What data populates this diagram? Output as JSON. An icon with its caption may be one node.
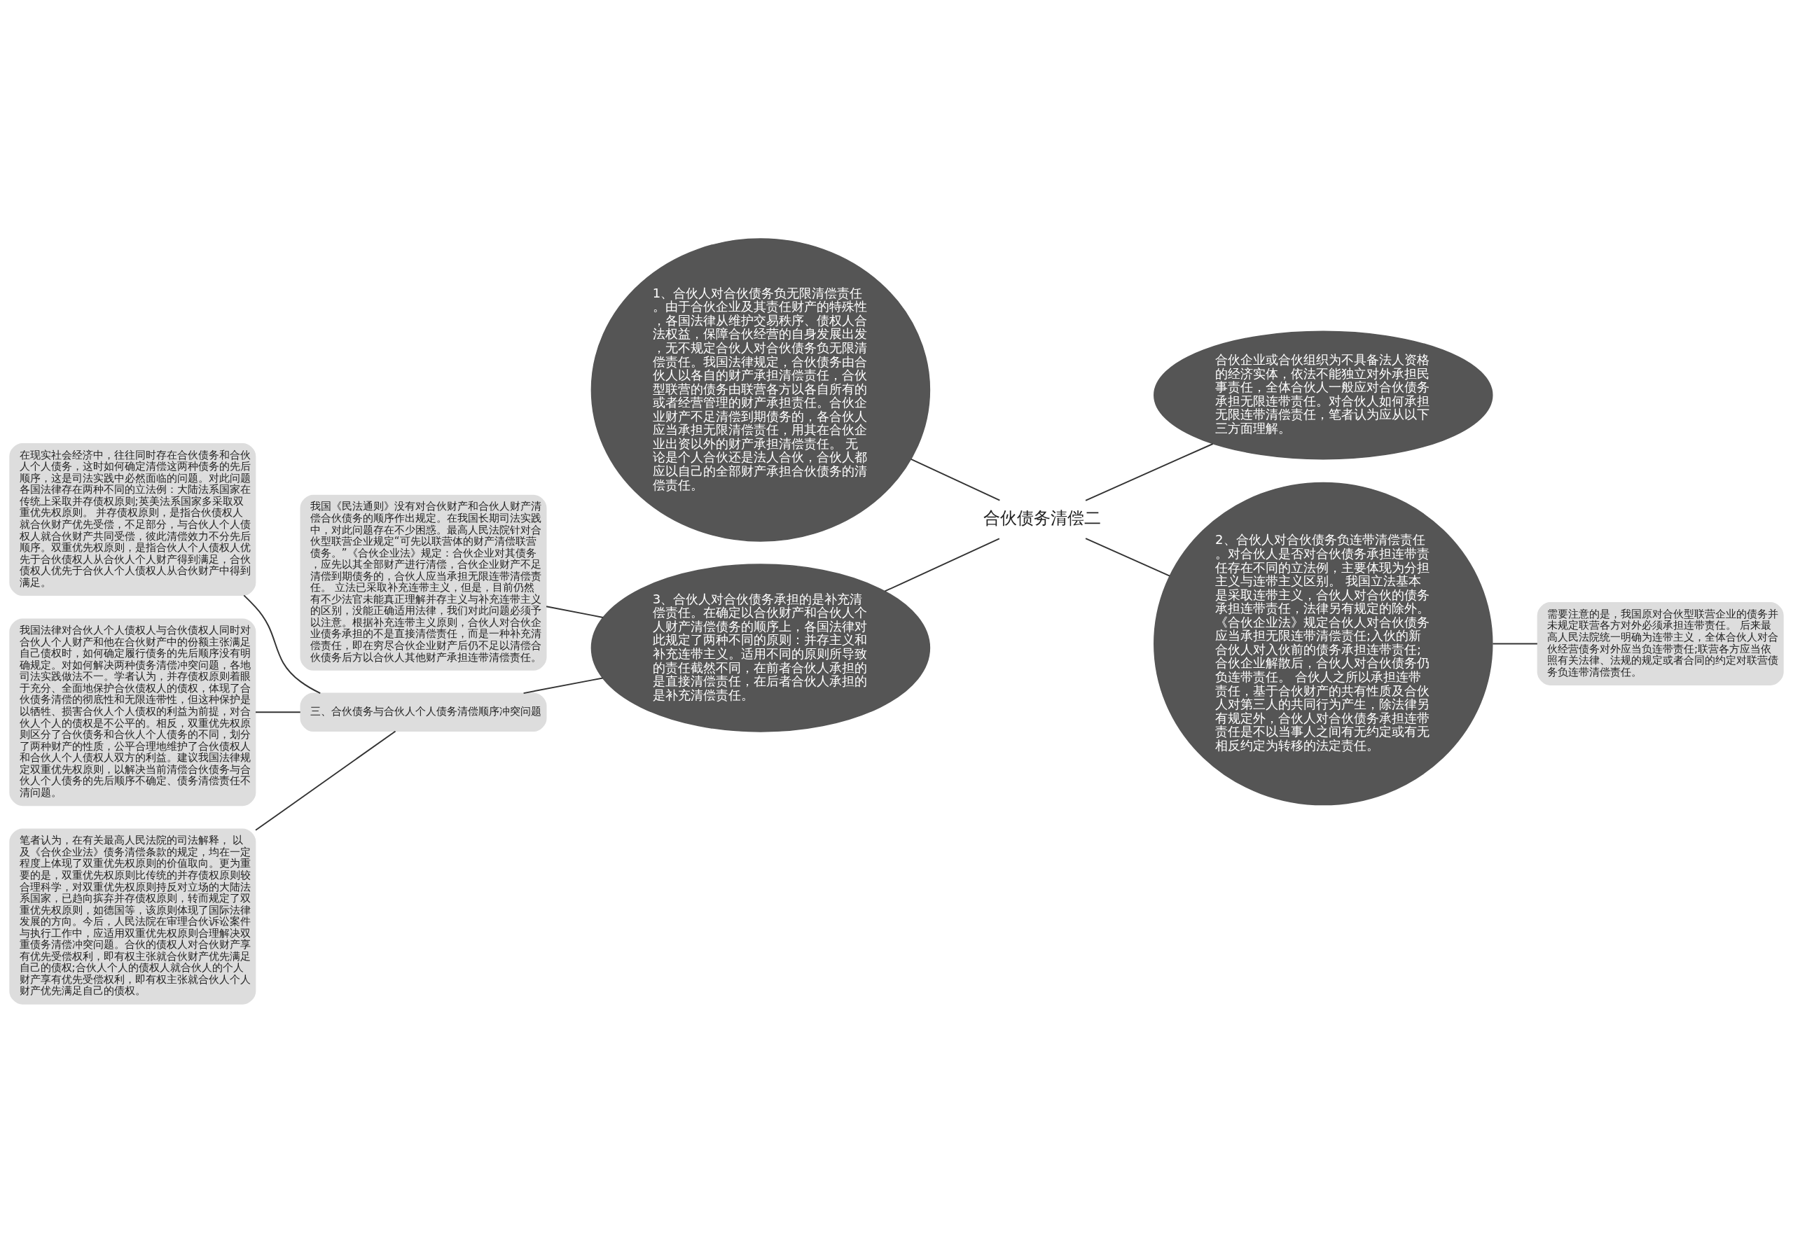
{
  "diagram": {
    "nodes": [
      {
        "text": [
          "合伙债务清偿二"
        ]
      },
      {
        "text": [
          "1、合伙人对合伙债务负无限清偿责任。由于合伙企业及其责任财产的特殊性，各国法律从维护交易秩序、债权人合法权益，保障合伙经营的自身发展出发，无不规定合伙人对合伙债务负无限清偿责任。我国法律规定，合伙债务由合伙人以各自的财产承担清偿责任，合伙型联营的债务由联营各方以各自所有的或者经营管理的财产承担责任。合伙企业财产不足清偿到期债务的，各合伙人应当承担无限清偿责任，用其在合伙企业出资以外的财产承担清偿责任。 无论是个人合伙还是法人合伙，合伙人都应以自己的全部财产承担合伙债务的清偿责任。"
        ]
      },
      {
        "text": [
          "合伙企业或合伙组织为不具备法人资格的经济实体，依法不能独立对外承担民事责任，全体合伙人一般应对合伙债务承担无限连带责任。对合伙人如何承担无限连带清偿责任，笔者认为应从以下三方面理解。"
        ]
      },
      {
        "text": [
          "2、合伙人对合伙债务负连带清偿责任。对合伙人是否对合伙债务承担连带责任存在不同的立法例，主要体现为分担主义与连带主义区别。 我国立法基本是采取连带主义，合伙人对合伙的债务承担连带责任，法律另有规定的除外。《合伙企业法》规定合伙人对合伙债务应当承担无限连带清偿责任;入伙的新合伙人对入伙前的债务承担连带责任;合伙企业解散后，合伙人对合伙债务仍负连带责任。 合伙人之所以承担连带责任，基于合伙财产的共有性质及合伙人对第三人的共同行为产生，除法律另有规定外，合伙人对合伙债务承担连带责任是不以当事人之间有无约定或有无相反约定为转移的法定责任。"
        ]
      },
      {
        "text": [
          "需要注意的是，我国原对合伙型联营企业的债务并未规定联营各方对外必须承担连带责任。 后来最高人民法院统一明确为连带主义，全体合伙人对合伙经营债务对外应当负连带责任;联营各方应当依照有关法律、法规的规定或者合同的约定对联营债务负连带清偿责任。"
        ]
      },
      {
        "text": [
          "3、合伙人对合伙债务承担的是补充清偿责任。在确定以合伙财产和合伙人个人财产清偿债务的顺序上，各国法律对此规定了两种不同的原则：并存主义和补充连带主义。适用不同的原则所导致的责任截然不同，在前者合伙人承担的是直接清偿责任，在后者合伙人承担的是补充清偿责任。"
        ]
      },
      {
        "text": [
          "我国《民法通则》没有对合伙财产和合伙人财产清偿合伙债务的顺序作出规定。在我国长期司法实践中，对此问题存在不少困惑。最高人民法院针对合伙型联营企业规定“可先以联营体的财产清偿联营债务。”《合伙企业法》规定：合伙企业对其债务，应先以其全部财产进行清偿，合伙企业财产不足清偿到期债务的，合伙人应当承担无限连带清偿责任。 立法已采取补充连带主义，但是，目前仍然有不少法官未能真正理解并存主义与补充连带主义的区别，没能正确适用法律，我们对此问题必须予以注意。根据补充连带主义原则，合伙人对合伙企业债务承担的不是直接清偿责任，而是一种补充清偿责任，即在穷尽合伙企业财产后仍不足以清偿合伙债务后方以合伙人其他财产承担连带清偿责任。"
        ]
      },
      {
        "text": [
          "三、合伙债务与合伙人个人债务清偿顺序冲突问题"
        ]
      },
      {
        "text": [
          "在现实社会经济中，往往同时存在合伙债务和合伙人个人债务，这时如何确定清偿这两种债务的先后顺序，这是司法实践中必然面临的问题。对此问题各国法律存在两种不同的立法例：大陆法系国家在传统上采取并存债权原则;英美法系国家多采取双重优先权原则。 并存债权原则，是指合伙债权人就合伙财产优先受偿，不足部分，与合伙人个人债权人就合伙财产共同受偿，彼此清偿效力不分先后顺序。双重优先权原则，是指合伙人个人债权人优先于合伙债权人从合伙人个人财产得到满足，合伙债权人优先于合伙人个人债权人从合伙财产中得到满足。"
        ]
      },
      {
        "text": [
          "我国法律对合伙人个人债权人与合伙债权人同时对合伙人个人财产和他在合伙财产中的份额主张满足自己债权时，如何确定履行债务的先后顺序没有明确规定。对如何解决两种债务清偿冲突问题，各地司法实践做法不一。学者认为，并存债权原则着眼于充分、全面地保护合伙债权人的债权，体现了合伙债务清偿的彻底性和无限连带性，但这种保护是以牺牲、损害合伙人个人债权的利益为前提，对合伙人个人的债权是不公平的。相反，双重优先权原则区分了合伙债务和合伙人个人债务的不同，划分了两种财产的性质，公平合理地维护了合伙债权人和合伙人个人债权人双方的利益。建议我国法律规定双重优先权原则，以解决当前清偿合伙债务与合伙人个人债务的先后顺序不确定、债务清偿责任不清问题。"
        ]
      },
      {
        "text": [
          "笔者认为，在有关最高人民法院的司法解释， 以及《合伙企业法》债务清偿条款的规定，均在一定程度上体现了双重优先权原则的价值取向。更为重要的是，双重优先权原则比传统的并存债权原则较合理科学，对双重优先权原则持反对立场的大陆法系国家，已趋向摈弃并存债权原则，转而规定了双重优先权原则，如德国等，该原则体现了国际法律发展的方向。今后，人民法院在审理合伙诉讼案件与执行工作中，应适用双重优先权原则合理解决双重债务清偿冲突问题。合伙的债权人对合伙财产享有优先受偿权利，即有权主张就合伙财产优先满足自己的债权;合伙人个人的债权人就合伙人的个人财产享有优先受偿权利，即有权主张就合伙人个人财产优先满足自己的债权。"
        ]
      }
    ],
    "edges": [
      {
        "from": 0,
        "to": 1,
        "arrow": "none"
      },
      {
        "from": 0,
        "to": 2,
        "arrow": "none"
      },
      {
        "from": 0,
        "to": 3,
        "arrow": "none"
      },
      {
        "from": 3,
        "to": 4,
        "arrow": "none"
      },
      {
        "from": 0,
        "to": 5,
        "arrow": "none"
      },
      {
        "from": 5,
        "to": 6,
        "arrow": "none"
      },
      {
        "from": 5,
        "to": 7,
        "arrow": "none"
      },
      {
        "from": 7,
        "to": 8,
        "arrow": "none"
      },
      {
        "from": 7,
        "to": 9,
        "arrow": "none"
      },
      {
        "from": 7,
        "to": 10,
        "arrow": "none"
      }
    ]
  }
}
